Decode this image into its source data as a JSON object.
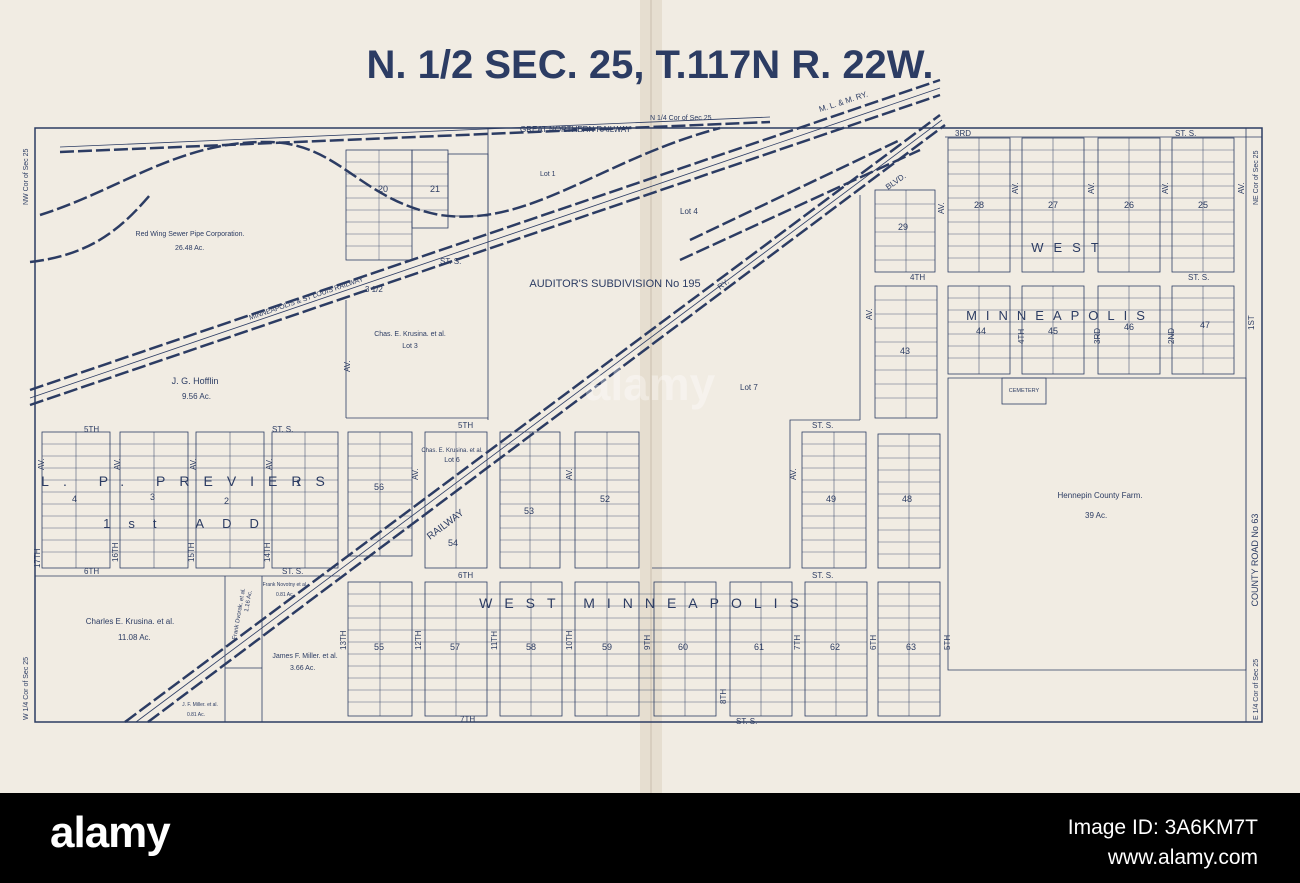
{
  "map": {
    "title": "N. 1/2 SEC. 25, T.117N R. 22W.",
    "corners": {
      "nw": "NW Cor of Sec 25",
      "ne": "NE Cor of Sec 25",
      "w_quarter": "W 1/4 Cor of Sec 25",
      "e_quarter": "E 1/4 Cor of Sec 25",
      "n_quarter": "N 1/4 Cor of Sec 25"
    },
    "railways": {
      "great_northern": "GREAT NORTHERN RAILWAY",
      "m_l_m": "M. L. & M. RY.",
      "minneapolis_st_louis": "MINNEAPOLIS & ST LOUIS RAILWAY",
      "railway": "RAILWAY",
      "ry": "RY."
    },
    "subdivision": "AUDITOR'S SUBDIVISION No 195",
    "tracts": [
      {
        "owner": "Red Wing Sewer Pipe Corporation.",
        "area": "26.48 Ac."
      },
      {
        "owner": "J. G. Hofflin",
        "area": "9.56 Ac."
      },
      {
        "owner": "Chas. E. Krusina. et al.",
        "area": "Lot 3"
      },
      {
        "owner": "Chas. E. Krusina. et al.",
        "area": "Lot 6"
      },
      {
        "owner": "Charles E. Krusina. et al.",
        "area": "11.08 Ac."
      },
      {
        "owner": "James F. Miller. et al.",
        "area": "3.66 Ac."
      },
      {
        "owner": "Frank Dvorak. et al.",
        "area": "1.16 Ac."
      },
      {
        "owner": "Frank Novotny et al.",
        "area": "0.81 Ac."
      },
      {
        "owner": "J. F. Miller. et al.",
        "area": "0.81 Ac."
      },
      {
        "owner": "Hennepin County Farm.",
        "area": "39 Ac."
      }
    ],
    "lots": [
      "Lot 1",
      "Lot 4",
      "Lot 7"
    ],
    "blocks": [
      "20",
      "21",
      "25",
      "26",
      "27",
      "28",
      "29",
      "43",
      "44",
      "45",
      "46",
      "47",
      "48",
      "49",
      "52",
      "53",
      "54",
      "55",
      "56",
      "57",
      "58",
      "59",
      "60",
      "61",
      "62",
      "63",
      "1",
      "2",
      "3",
      "4"
    ],
    "additions": {
      "west_minneapolis_north": "WEST",
      "minneapolis_north": "MINNEAPOLIS",
      "west_minneapolis_south": "WEST MINNEAPOLIS",
      "previers": "L. P. PREVIERS",
      "add": "1st ADD"
    },
    "streets": {
      "third_st": "3RD",
      "st_s": "ST. S.",
      "fourth_st": "4TH",
      "three_half_st": "3 1/2",
      "fifth_st": "5TH",
      "sixth_st": "6TH",
      "seventh_st": "7TH",
      "blvd": "BLVD.",
      "av": "AV.",
      "county_road": "COUNTY ROAD No 63",
      "avenues": [
        "17TH",
        "16TH",
        "15TH",
        "14TH",
        "13TH",
        "12TH",
        "11TH",
        "10TH",
        "9TH",
        "8TH",
        "7TH",
        "6TH",
        "5TH",
        "4TH",
        "3RD",
        "2ND",
        "1ST"
      ]
    },
    "cemetery": "CEMETERY"
  },
  "watermark": {
    "logo": "alamy",
    "image_id": "Image ID: 3A6KM7T",
    "site": "www.alamy.com"
  }
}
